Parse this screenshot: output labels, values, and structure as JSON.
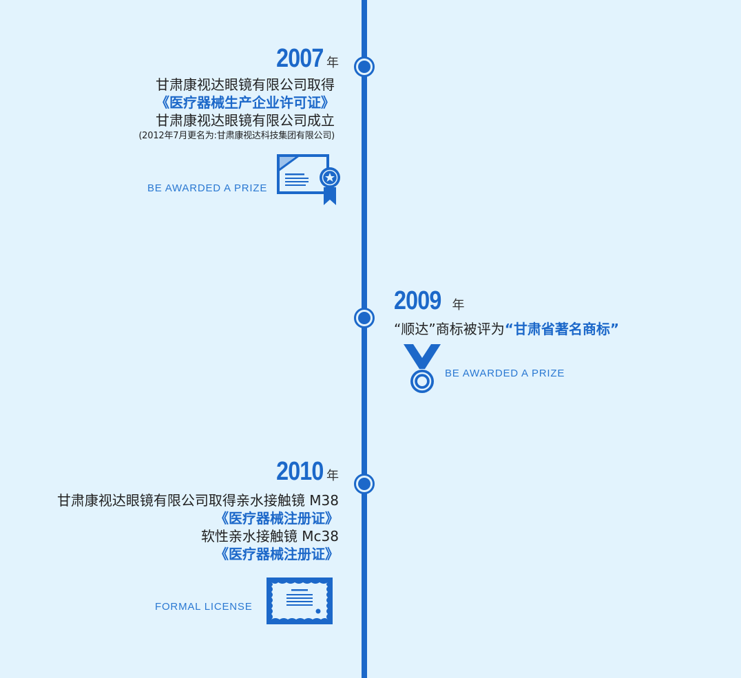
{
  "colors": {
    "background": "#e2f3fd",
    "accent": "#1c68c9",
    "text": "#222222"
  },
  "events": [
    {
      "year": "2007",
      "unit": "年",
      "lines": [
        "甘肃康视达眼镜有限公司取得",
        "《医疗器械生产企业许可证》",
        "甘肃康视达眼镜有限公司成立",
        "(2012年7月更名为:甘肃康视达科技集团有限公司)"
      ],
      "caption": "BE AWARDED A PRIZE",
      "icon": "certificate-ribbon-icon"
    },
    {
      "year": "2009",
      "unit": "年",
      "text_plain": "“顺达”商标被评为",
      "text_highlight": "“甘肃省著名商标”",
      "caption": "BE AWARDED A PRIZE",
      "icon": "medal-icon"
    },
    {
      "year": "2010",
      "unit": "年",
      "lines": [
        "甘肃康视达眼镜有限公司取得亲水接触镜 M38",
        "《医疗器械注册证》",
        "软性亲水接触镜 Mc38",
        "《医疗器械注册证》"
      ],
      "caption": "FORMAL LICENSE",
      "icon": "license-document-icon"
    }
  ]
}
